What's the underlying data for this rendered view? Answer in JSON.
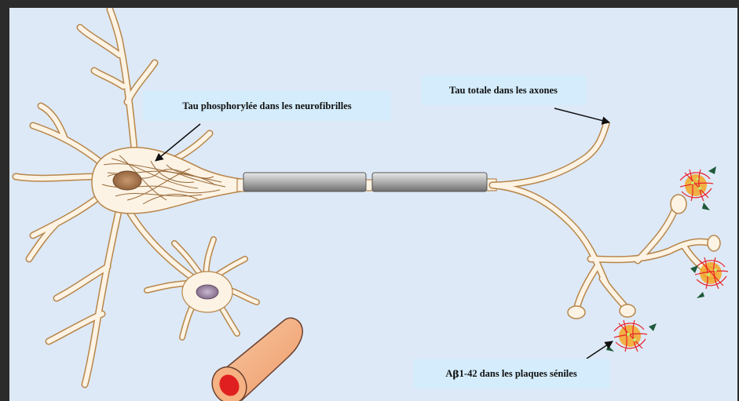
{
  "labels": {
    "tau_phosphorylated": "Tau phosphorylée dans les neurofibrilles",
    "tau_total": "Tau totale dans les axones",
    "abeta_prefix": "A",
    "abeta_beta": "β",
    "abeta_suffix": "1-42 dans les plaques séniles"
  },
  "colors": {
    "background": "#dde9f7",
    "neuron_fill": "#fcf3e4",
    "neuron_outline": "#b8864a",
    "nucleus": "#a87a52",
    "glial_nucleus": "#8a7090",
    "myelin": "#a8a8a8",
    "vessel_outer": "#f6b282",
    "vessel_inner": "#e02020",
    "label_box": "#d4ecfb"
  }
}
